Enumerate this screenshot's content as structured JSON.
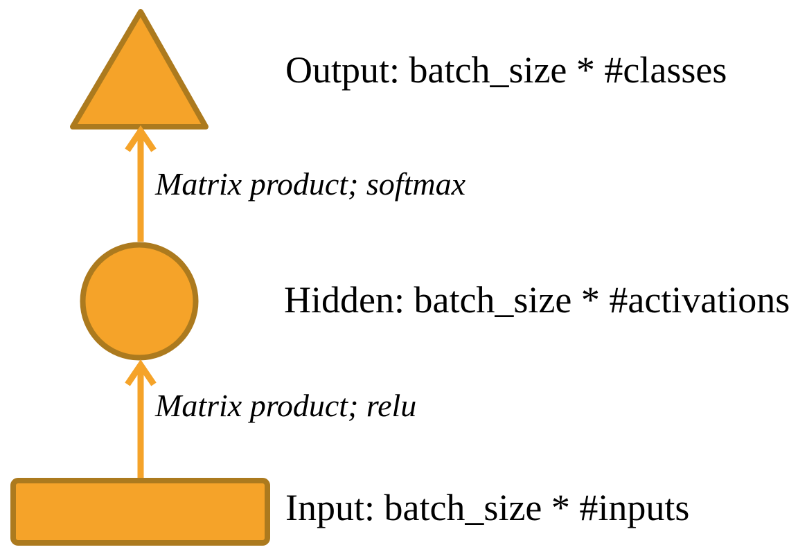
{
  "diagram": {
    "type": "flow-diagram",
    "description": "Simple neural network layer diagram: input rectangle to hidden circle to output triangle, connected by upward arrows",
    "nodes": [
      {
        "id": "output",
        "shape": "triangle",
        "label": "Output: batch_size * #classes"
      },
      {
        "id": "hidden",
        "shape": "circle",
        "label": "Hidden: batch_size * #activations"
      },
      {
        "id": "input",
        "shape": "rectangle",
        "label": "Input: batch_size * #inputs"
      }
    ],
    "edges": [
      {
        "from": "hidden",
        "to": "output",
        "label": "Matrix product; softmax"
      },
      {
        "from": "input",
        "to": "hidden",
        "label": "Matrix product; relu"
      }
    ],
    "colors": {
      "shape_fill": "#F5A329",
      "shape_border": "#AC7A1E",
      "arrow": "#F5A329",
      "text": "#000000",
      "background": "#FFFFFF"
    }
  }
}
